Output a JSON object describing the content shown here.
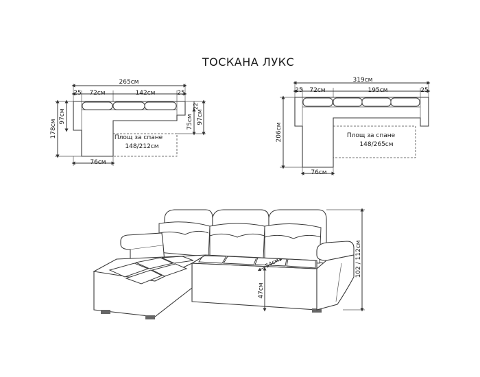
{
  "title": "ТОСКАНА ЛУКС",
  "left_plan": {
    "total_width": "265см",
    "arm_left": "25",
    "seat_left": "72см",
    "seat_right": "142см",
    "arm_right": "25",
    "depth_total": "178см",
    "depth_back": "97см",
    "right_depth_outer": "97см",
    "right_depth_inner": "75см",
    "right_back": "22",
    "chaise_width": "76см",
    "sleep_label": "Площ за спане",
    "sleep_size": "148/212см"
  },
  "right_plan": {
    "total_width": "319см",
    "arm_left": "25",
    "seat_left": "72см",
    "seat_right": "195см",
    "arm_right": "25",
    "depth_total": "206см",
    "chaise_width": "76см",
    "sleep_label": "Площ за спане",
    "sleep_size": "148/265см"
  },
  "sofa_view": {
    "height": "102 / 112см",
    "seat_height": "47см",
    "seat_depth": "54см"
  }
}
